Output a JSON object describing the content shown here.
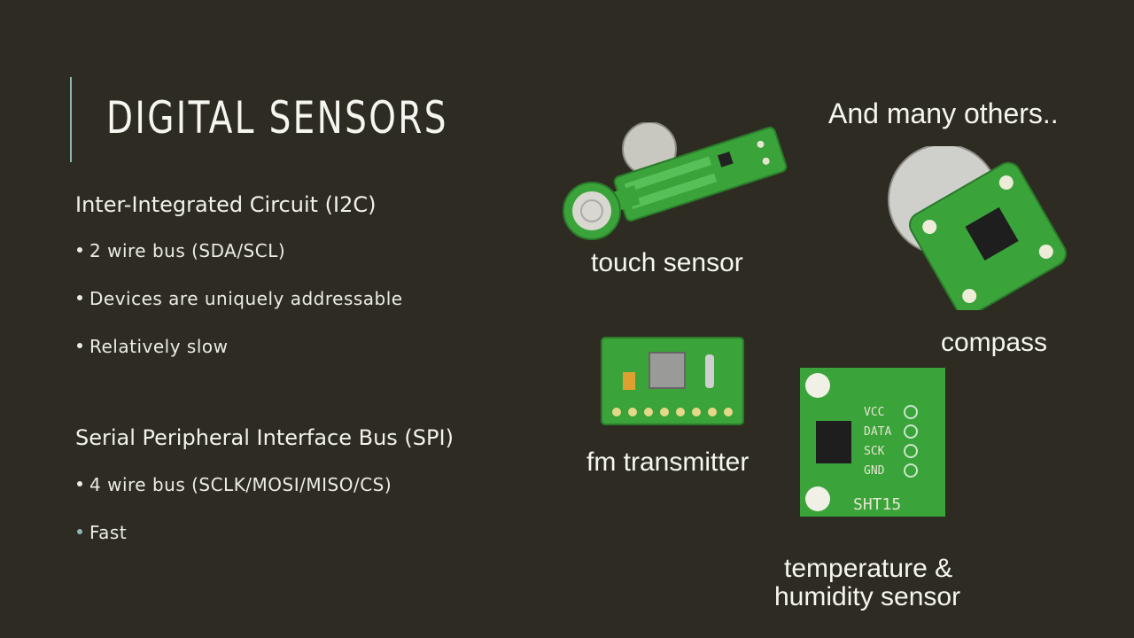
{
  "slide": {
    "title": "DIGITAL SENSORS",
    "i2c": {
      "heading": "Inter-Integrated Circuit (I2C)",
      "bullets": [
        "2 wire bus (SDA/SCL)",
        "Devices are uniquely addressable",
        "Relatively slow"
      ]
    },
    "spi": {
      "heading": "Serial Peripheral Interface Bus (SPI)",
      "bullets": [
        "4 wire bus (SCLK/MOSI/MISO/CS)",
        "Fast"
      ]
    },
    "note": "And many others..",
    "captions": {
      "touch": "touch sensor",
      "compass": "compass",
      "fm": "fm transmitter",
      "temp_line1": "temperature &",
      "temp_line2": "humidity sensor"
    }
  },
  "colors": {
    "background": "#2e2b22",
    "accent": "#8fb6b0",
    "pcb_green": "#3aa33a"
  }
}
